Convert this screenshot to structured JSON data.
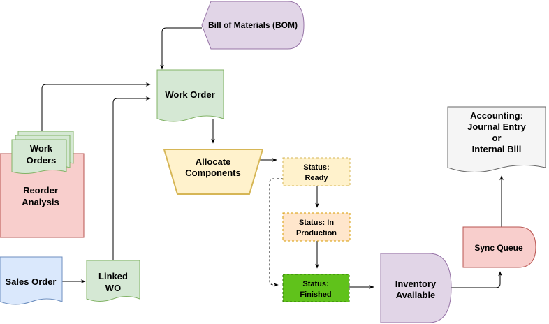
{
  "colors": {
    "green_fill": "#d5e8d4",
    "green_stroke": "#82b366",
    "purple_fill": "#e1d5e7",
    "purple_stroke": "#9673a6",
    "red_fill": "#f8cecc",
    "red_stroke": "#b85450",
    "blue_fill": "#dae8fc",
    "blue_stroke": "#6c8ebf",
    "yellow_fill": "#fff2cc",
    "yellow_stroke": "#d6b656",
    "orange_fill": "#ffe6cc",
    "orange_stroke": "#d79b00",
    "bright_green_fill": "#60c21b",
    "bright_green_stroke": "#2d7600",
    "gray_fill": "#f5f5f5",
    "gray_stroke": "#666666"
  },
  "nodes": {
    "bom": {
      "label": "Bill of Materials (BOM)",
      "shape": "display"
    },
    "work_order": {
      "label": "Work Order",
      "shape": "document"
    },
    "work_orders_stack": {
      "lines": [
        "Work",
        "Orders"
      ],
      "shape": "multi-document"
    },
    "reorder_analysis": {
      "lines": [
        "Reorder",
        "Analysis"
      ],
      "shape": "rectangle"
    },
    "sales_order": {
      "label": "Sales Order",
      "shape": "document"
    },
    "linked_wo": {
      "lines": [
        "Linked",
        "WO"
      ],
      "shape": "document"
    },
    "allocate_components": {
      "lines": [
        "Allocate",
        "Components"
      ],
      "shape": "manual-operation"
    },
    "status_ready": {
      "lines": [
        "Status:",
        "Ready"
      ],
      "shape": "dashed-rectangle"
    },
    "status_in_production": {
      "lines": [
        "Status: In",
        "Production"
      ],
      "shape": "dashed-rectangle"
    },
    "status_finished": {
      "lines": [
        "Status:",
        "Finished"
      ],
      "shape": "dashed-rectangle"
    },
    "inventory_available": {
      "lines": [
        "Inventory",
        "Available"
      ],
      "shape": "delay"
    },
    "sync_queue": {
      "label": "Sync Queue",
      "shape": "display"
    },
    "accounting": {
      "lines": [
        "Accounting:",
        "Journal Entry",
        "or",
        "Internal Bill"
      ],
      "shape": "document"
    }
  },
  "edges": [
    {
      "from": "bom",
      "to": "work_order",
      "style": "solid"
    },
    {
      "from": "work_orders_stack",
      "to": "work_order",
      "style": "solid"
    },
    {
      "from": "linked_wo",
      "to": "work_order",
      "style": "solid"
    },
    {
      "from": "sales_order",
      "to": "linked_wo",
      "style": "solid"
    },
    {
      "from": "work_order",
      "to": "allocate_components",
      "style": "solid"
    },
    {
      "from": "allocate_components",
      "to": "status_ready",
      "style": "solid"
    },
    {
      "from": "status_ready",
      "to": "status_in_production",
      "style": "solid"
    },
    {
      "from": "status_in_production",
      "to": "status_finished",
      "style": "solid"
    },
    {
      "from": "status_ready",
      "to": "status_finished",
      "style": "dashed"
    },
    {
      "from": "status_finished",
      "to": "inventory_available",
      "style": "solid"
    },
    {
      "from": "inventory_available",
      "to": "sync_queue",
      "style": "solid"
    },
    {
      "from": "sync_queue",
      "to": "accounting",
      "style": "solid"
    }
  ]
}
